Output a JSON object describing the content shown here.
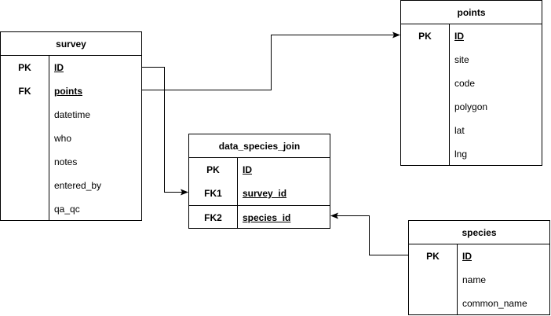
{
  "survey": {
    "title": "survey",
    "rows": [
      {
        "key": "PK",
        "field": "ID",
        "is_key": true
      },
      {
        "key": "FK",
        "field": "points",
        "is_key": true
      },
      {
        "key": "",
        "field": "datetime",
        "is_key": false
      },
      {
        "key": "",
        "field": "who",
        "is_key": false
      },
      {
        "key": "",
        "field": "notes",
        "is_key": false
      },
      {
        "key": "",
        "field": "entered_by",
        "is_key": false
      },
      {
        "key": "",
        "field": "qa_qc",
        "is_key": false
      }
    ]
  },
  "points": {
    "title": "points",
    "rows": [
      {
        "key": "PK",
        "field": "ID",
        "is_key": true
      },
      {
        "key": "",
        "field": "site",
        "is_key": false
      },
      {
        "key": "",
        "field": "code",
        "is_key": false
      },
      {
        "key": "",
        "field": "polygon",
        "is_key": false
      },
      {
        "key": "",
        "field": "lat",
        "is_key": false
      },
      {
        "key": "",
        "field": "lng",
        "is_key": false
      }
    ]
  },
  "data_species_join": {
    "title": "data_species_join",
    "rows": [
      {
        "key": "PK",
        "field": "ID",
        "is_key": true
      },
      {
        "key": "FK1",
        "field": "survey_id",
        "is_key": true
      },
      {
        "key": "FK2",
        "field": "species_id",
        "is_key": true
      }
    ]
  },
  "species": {
    "title": "species",
    "rows": [
      {
        "key": "PK",
        "field": "ID",
        "is_key": true
      },
      {
        "key": "",
        "field": "name",
        "is_key": false
      },
      {
        "key": "",
        "field": "common_name",
        "is_key": false
      }
    ]
  },
  "relationships": [
    {
      "from": "survey.points",
      "to": "points.ID"
    },
    {
      "from": "survey.ID",
      "to": "data_species_join.survey_id"
    },
    {
      "from": "species.ID",
      "to": "data_species_join.species_id"
    }
  ]
}
